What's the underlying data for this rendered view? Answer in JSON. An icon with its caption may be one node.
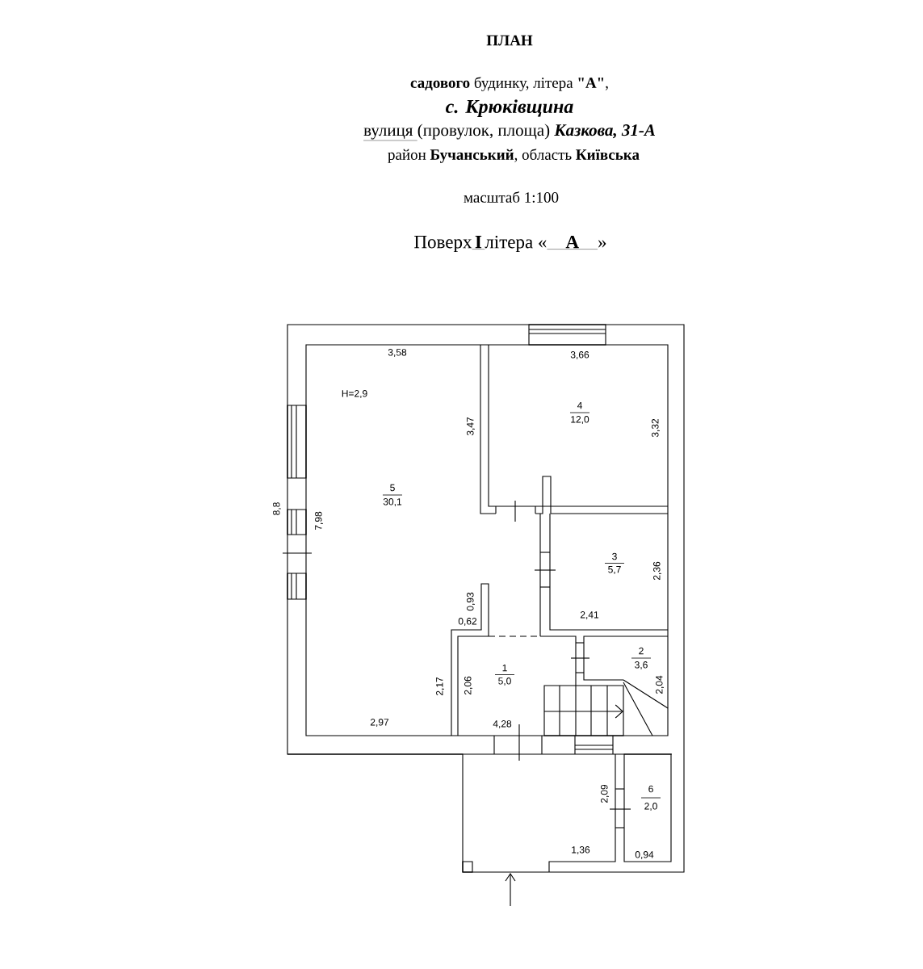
{
  "diagram": {
    "title": "ПЛАН",
    "labels": [
      "**садового** будинку, літера **\"А\"**,",
      "с. Крюківщина",
      "вулиця",
      "(провулок, площа)",
      "Казкова, 31-А",
      "район **Бучанський**, область **Київська**",
      "масштаб 1:100",
      "Поверх",
      "I",
      "літера «",
      "А",
      "»",
      "3,58",
      "3,66",
      "H=2,9",
      "4",
      "12,0",
      "3,47",
      "3,32",
      "5",
      "30,1",
      "8,8",
      "7,98",
      "3",
      "5,7",
      "2,36",
      "0,93",
      "0,62",
      "2,41",
      "2",
      "1",
      "3,6",
      "2,17",
      "2,06",
      "5,0",
      "2,04",
      "2,97",
      "4,28",
      "2,09",
      "6",
      "2,0",
      "1,36",
      "0,94"
    ]
  }
}
